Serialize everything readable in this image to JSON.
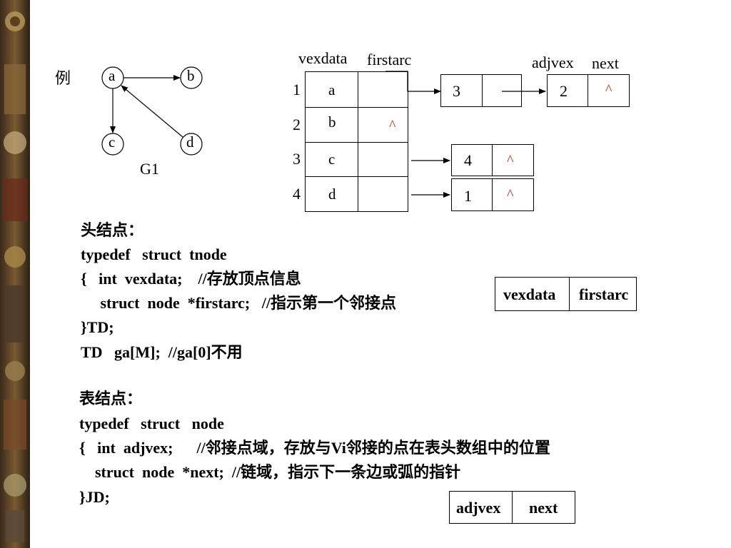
{
  "example_label": "例",
  "graph": {
    "name": "G1",
    "nodes": [
      "a",
      "b",
      "c",
      "d"
    ],
    "edges": [
      [
        "a",
        "b"
      ],
      [
        "a",
        "c"
      ],
      [
        "d",
        "a"
      ]
    ]
  },
  "adjacency_list": {
    "header_labels": {
      "vexdata": "vexdata",
      "firstarc": "firstarc"
    },
    "node_labels": {
      "adjvex": "adjvex",
      "next": "next"
    },
    "rows": [
      {
        "index": "1",
        "vexdata": "a",
        "firstarc": "",
        "list": [
          {
            "adjvex": "3",
            "next": ""
          },
          {
            "adjvex": "2",
            "next": "^"
          }
        ]
      },
      {
        "index": "2",
        "vexdata": "b",
        "firstarc": "^",
        "list": []
      },
      {
        "index": "3",
        "vexdata": "c",
        "firstarc": "",
        "list": [
          {
            "adjvex": "4",
            "next": "^"
          }
        ]
      },
      {
        "index": "4",
        "vexdata": "d",
        "firstarc": "",
        "list": [
          {
            "adjvex": "1",
            "next": "^"
          }
        ]
      }
    ],
    "null_color": "#cc2200"
  },
  "head_struct": {
    "title": "头结点：",
    "lines": [
      "typedef   struct  tnode",
      "{   int  vexdata;    //存放顶点信息",
      "     struct  node  *firstarc;   //指示第一个邻接点",
      "}TD;",
      "TD   ga[M];  //ga[0]不用"
    ],
    "box": [
      "vexdata",
      "firstarc"
    ]
  },
  "list_struct": {
    "title": "表结点：",
    "lines": [
      "typedef   struct   node",
      "{   int  adjvex;      //邻接点域，存放与Vi邻接的点在表头数组中的位置",
      "    struct  node  *next;  //链域，指示下一条边或弧的指针",
      "}JD;"
    ],
    "box": [
      "adjvex",
      "next"
    ]
  }
}
